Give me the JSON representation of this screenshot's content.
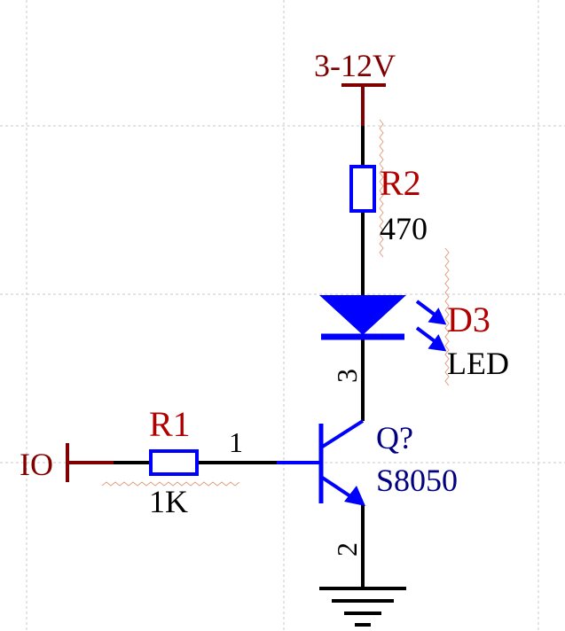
{
  "power": {
    "label": "3-12V"
  },
  "io_port": {
    "label": "IO"
  },
  "r1": {
    "designator": "R1",
    "value": "1K"
  },
  "r2": {
    "designator": "R2",
    "value": "470"
  },
  "d3": {
    "designator": "D3",
    "value": "LED"
  },
  "q": {
    "designator": "Q?",
    "value": "S8050"
  },
  "pins": {
    "base": "1",
    "collector": "3",
    "emitter": "2"
  },
  "colors": {
    "grid": "#c8c8c8",
    "net_wire": "#000000",
    "power_symbol": "#800000",
    "component_body": "#0000ff",
    "designator_text": "#b00000",
    "value_text": "#000000",
    "transistor_text": "#000080",
    "squiggle": "#e0a080"
  }
}
